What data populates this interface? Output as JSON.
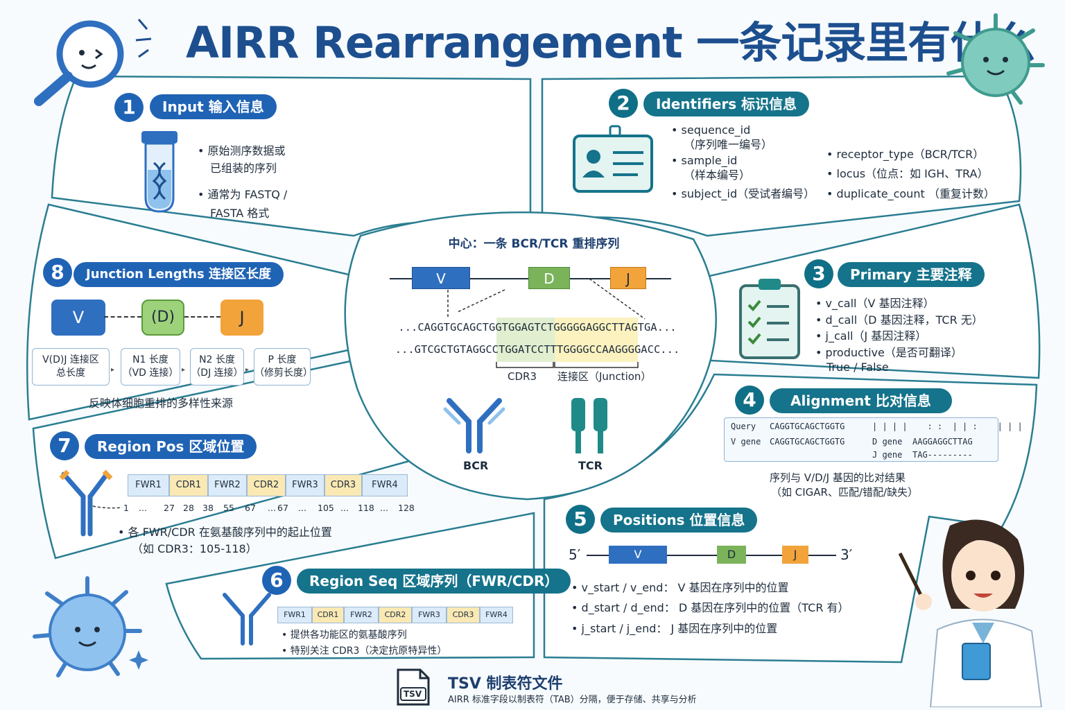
{
  "title": "AIRR Rearrangement 一条记录里有什么",
  "center": {
    "title": "中心：一条 BCR/TCR 重排序列",
    "genes": [
      "V",
      "D",
      "J"
    ],
    "seq_top": "...CAGGTGCAGCTGGTGGAGTCTGGGGGAGGCTTAGTGA...",
    "seq_bottom": "...GTCGCTGTAGGCCTGGATCCTTTGGGGCCAAGGGGACC...",
    "cdr3_label": "CDR3",
    "junction_label": "连接区（Junction）",
    "bcr_label": "BCR",
    "tcr_label": "TCR"
  },
  "s1": {
    "num": "1",
    "title": "Input  输入信息",
    "items": [
      "原始测序数据或",
      "已组装的序列",
      "通常为 FASTQ /",
      "FASTA 格式"
    ]
  },
  "s2": {
    "num": "2",
    "title": "Identifiers  标识信息",
    "left": [
      "sequence_id",
      "（序列唯一编号）",
      "sample_id",
      "（样本编号）",
      "subject_id（受试者编号）"
    ],
    "right": [
      "receptor_type（BCR/TCR）",
      "locus（位点：如 IGH、TRA）",
      "duplicate_count （重复计数）"
    ]
  },
  "s3": {
    "num": "3",
    "title": "Primary  主要注释",
    "items": [
      "v_call（V 基因注释）",
      "d_call（D 基因注释，TCR 无）",
      "j_call（J 基因注释）",
      "productive（是否可翻译）",
      "True / False"
    ]
  },
  "s4": {
    "num": "4",
    "title": "Alignment  比对信息",
    "query_label": "Query",
    "vgene_label": "V gene",
    "query_seq": "CAGGTGCAGCTGGTG",
    "vgene_seq": "CAGGTGCAGCTGGTG",
    "marks": "| | | |    : :  | | :    | | |",
    "dgene_label": "D gene",
    "dgene_seq": "AAGGAGGCTTAG",
    "jgene_label": "J gene",
    "jgene_seq": "TAG---------",
    "caption1": "序列与 V/D/J 基因的比对结果",
    "caption2": "（如 CIGAR、匹配/错配/缺失）"
  },
  "s5": {
    "num": "5",
    "title": "Positions  位置信息",
    "five": "5′",
    "three": "3′",
    "genes": [
      "V",
      "D",
      "J"
    ],
    "items": [
      "v_start / v_end： V 基因在序列中的位置",
      "d_start / d_end： D 基因在序列中的位置（TCR 有）",
      "j_start / j_end： J 基因在序列中的位置"
    ]
  },
  "s6": {
    "num": "6",
    "title": "Region Seq  区域序列（FWR/CDR）",
    "regions": [
      "FWR1",
      "CDR1",
      "FWR2",
      "CDR2",
      "FWR3",
      "CDR3",
      "FWR4"
    ],
    "items": [
      "提供各功能区的氨基酸序列",
      "特别关注 CDR3（决定抗原特异性）"
    ]
  },
  "s7": {
    "num": "7",
    "title": "Region Pos   区域位置",
    "regions": [
      "FWR1",
      "CDR1",
      "FWR2",
      "CDR2",
      "FWR3",
      "CDR3",
      "FWR4"
    ],
    "ticks": [
      "1",
      "...",
      "27",
      "28",
      "38",
      "55",
      "67",
      "...",
      "67",
      "...",
      "105",
      "...",
      "118",
      "...",
      "128"
    ],
    "items": [
      "各 FWR/CDR 在氨基酸序列中的起止位置",
      "（如 CDR3：105-118）"
    ]
  },
  "s8": {
    "num": "8",
    "title": "Junction Lengths 连接区长度",
    "genes": [
      "V",
      "(D)",
      "J"
    ],
    "boxes": [
      [
        "V(D)J 连接区",
        "总长度"
      ],
      [
        "N1 长度",
        "（VD 连接）"
      ],
      [
        "N2 长度",
        "（DJ 连接）"
      ],
      [
        "P 长度",
        "（修剪长度）"
      ]
    ],
    "caption": "反映体细胞重排的多样性来源"
  },
  "footer": {
    "icon_text": "TSV",
    "title": "TSV  制表符文件",
    "desc": "AIRR 标准字段以制表符（TAB）分隔，便于存储、共享与分析"
  },
  "colors": {
    "navy": "#1d4f8f",
    "blue": "#2f6fc0",
    "teal": "#15738b",
    "v": "#2f6fc0",
    "d": "#7bb35a",
    "j": "#f2a33a"
  }
}
